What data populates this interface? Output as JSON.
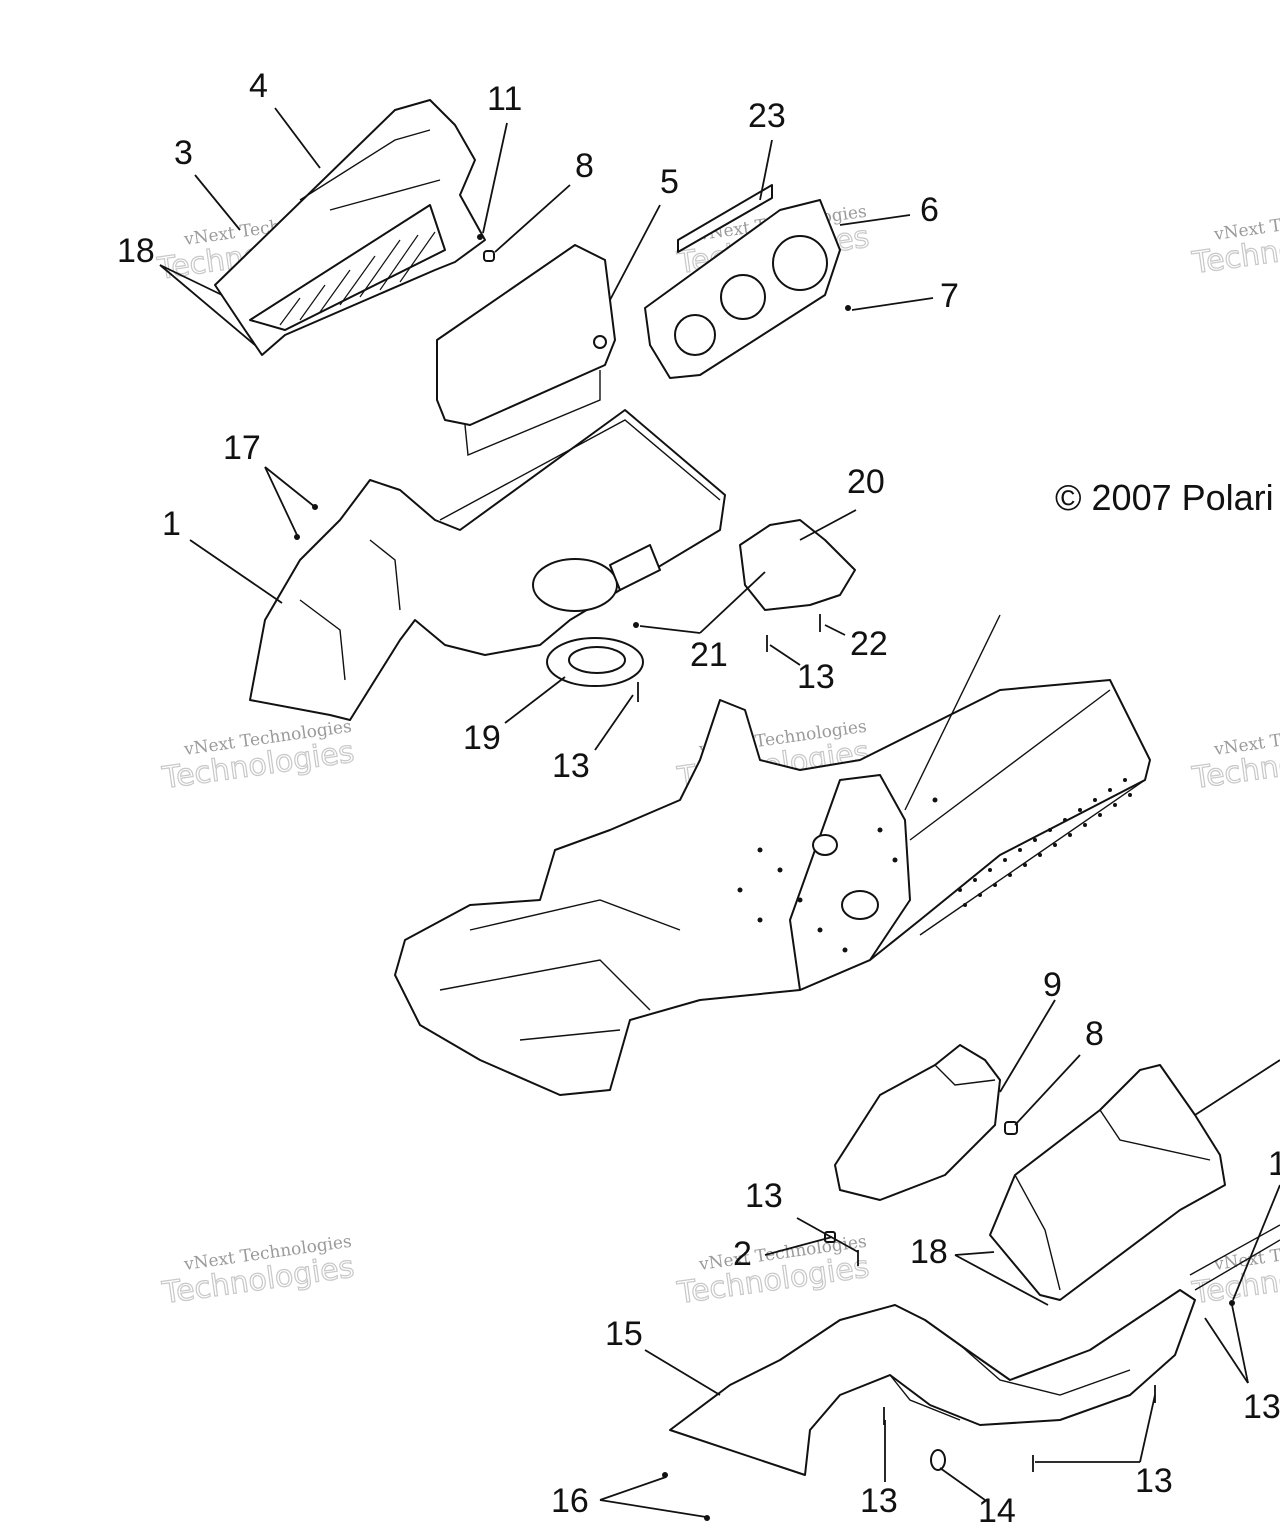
{
  "diagram": {
    "copyright": "© 2007 Polari",
    "watermark": {
      "line1": "vNext Technologies",
      "line2": "Technologies"
    },
    "callouts": {
      "c1": "1",
      "c2": "2",
      "c3": "3",
      "c4": "4",
      "c5": "5",
      "c6": "6",
      "c7": "7",
      "c8a": "8",
      "c8b": "8",
      "c9": "9",
      "c11": "11",
      "c13a": "13",
      "c13b": "13",
      "c13c": "13",
      "c13d": "13",
      "c13e": "13",
      "c13f": "13",
      "c14": "14",
      "c15": "15",
      "c16": "16",
      "c17": "17",
      "c18a": "18",
      "c18b": "18",
      "c19": "19",
      "c20": "20",
      "c21": "21",
      "c22": "22",
      "c23": "23",
      "c1r": "1"
    }
  }
}
